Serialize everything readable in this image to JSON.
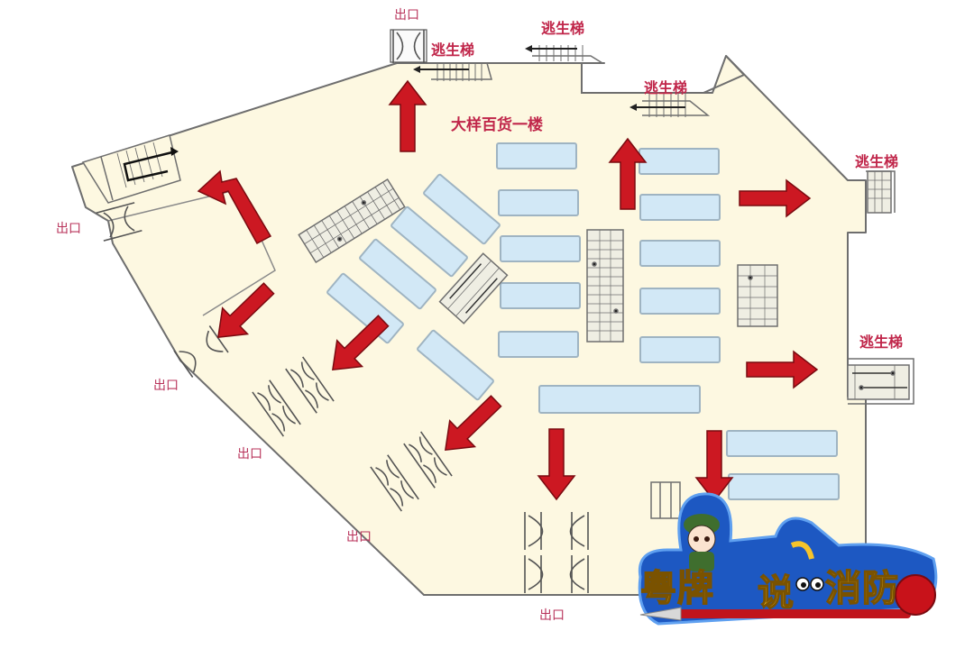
{
  "map": {
    "title": "大样百货一楼",
    "floor_color": "#fdf8e1",
    "wall_color": "#6e6e6e",
    "counter_color": "#d2e8f6",
    "counter_border": "#9fb4c2",
    "arrow_color": "#c81420",
    "label_color": "#c0264a"
  },
  "exits": [
    {
      "id": "exit-top",
      "label": "出口"
    },
    {
      "id": "exit-left",
      "label": "出口"
    },
    {
      "id": "exit-sw-1",
      "label": "出口"
    },
    {
      "id": "exit-sw-2",
      "label": "出口"
    },
    {
      "id": "exit-sw-3",
      "label": "出口"
    },
    {
      "id": "exit-bottom",
      "label": "出口"
    }
  ],
  "stairs": [
    {
      "id": "stair-top-left",
      "label": "逃生梯"
    },
    {
      "id": "stair-top-middle",
      "label": "逃生梯"
    },
    {
      "id": "stair-top-right",
      "label": "逃生梯"
    },
    {
      "id": "stair-east-upper",
      "label": "逃生梯"
    },
    {
      "id": "stair-east-lower",
      "label": "逃生梯"
    }
  ],
  "logo": {
    "text_left": "粤牌",
    "text_mid": "说",
    "text_right": "消防"
  }
}
